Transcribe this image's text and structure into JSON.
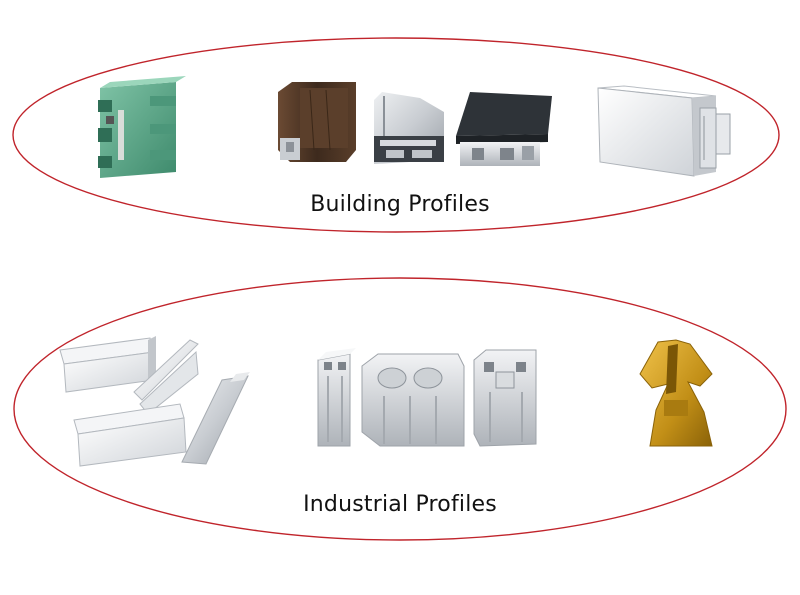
{
  "groups": [
    {
      "label": "Building Profiles",
      "items": [
        "green-window-frame-profile",
        "woodgrain-sash-profile",
        "silver-sash-profile",
        "dark-grey-window-profile",
        "white-rectangular-box-profile"
      ]
    },
    {
      "label": "Industrial Profiles",
      "items": [
        "white-channel-profiles",
        "t-slot-profile-small",
        "t-slot-profile-wide",
        "t-slot-profile-square",
        "gold-rail-profile"
      ]
    }
  ],
  "colors": {
    "ellipse_outline": "#c0242b",
    "green_profile": "#5aa78a",
    "wood_profile": "#4a3526",
    "silver_profile": "#c7cbd0",
    "dark_profile": "#2e3338",
    "gold_profile": "#c99a1e"
  }
}
